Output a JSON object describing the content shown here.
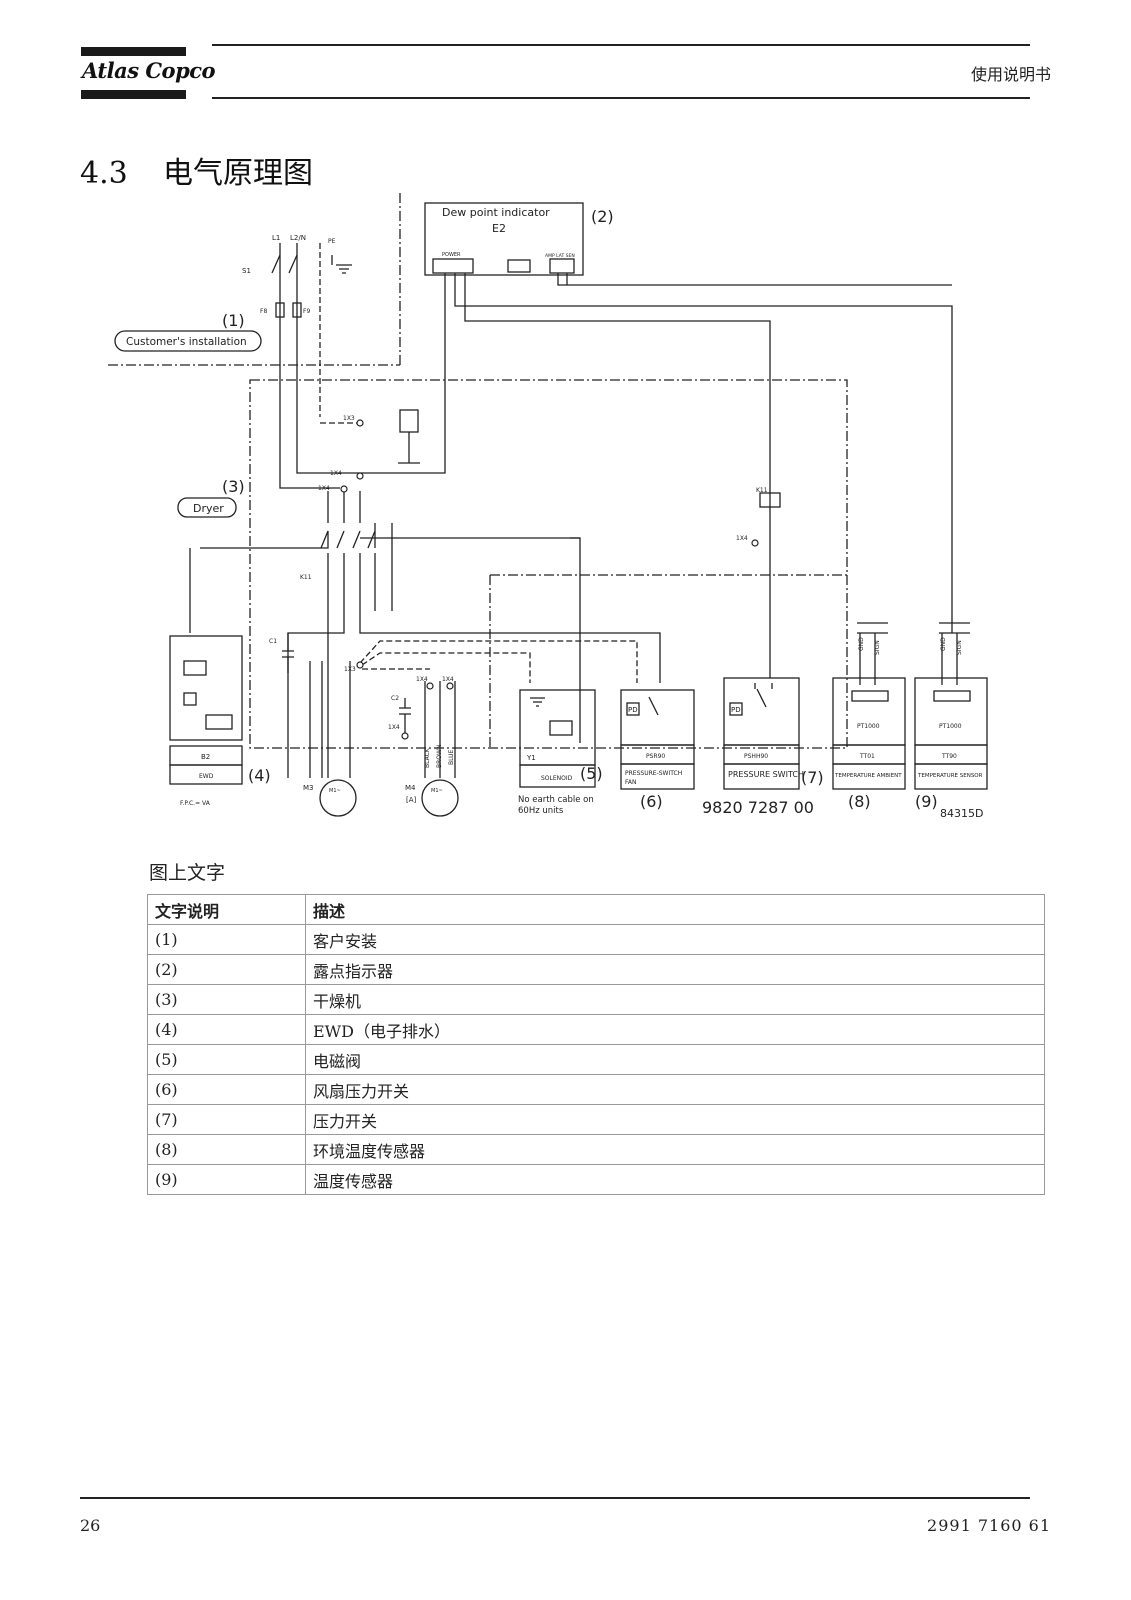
{
  "header": {
    "brand": "Atlas Copco",
    "doc_type": "使用说明书"
  },
  "section": {
    "number": "4.3",
    "title": "电气原理图"
  },
  "diagram": {
    "dew_point_indicator": "Dew point indicator",
    "e2": "E2",
    "customers_installation": "Customer's installation",
    "dryer": "Dryer",
    "label_1": "(1)",
    "label_2": "(2)",
    "label_3": "(3)",
    "label_4": "(4)",
    "label_5": "(5)",
    "label_6": "(6)",
    "label_7": "(7)",
    "label_8": "(8)",
    "label_9": "(9)",
    "l1": "L1",
    "l2n": "L2/N",
    "pe": "PE",
    "s1": "S1",
    "f8": "F8",
    "f9": "F9",
    "x3": "1X3",
    "x4": "1X4",
    "k11": "K11",
    "c1": "C1",
    "c2": "C2",
    "m3": "M3",
    "m4": "M4",
    "m1": "M1~",
    "a": "[A]",
    "black": "BLACK",
    "brown": "BROWN",
    "blue": "BLUE",
    "b2": "B2",
    "ewd": "EWD",
    "fpc": "F.P.C.= VA",
    "y1": "Y1",
    "solenoid": "SOLENOID",
    "no_earth": "No earth cable on",
    "hz_units": "60Hz units",
    "psr90": "PSR90",
    "pressure_switch_fan": "PRESSURE-SWITCH",
    "fan": "FAN",
    "pshh90": "PSHH90",
    "pressure_switch": "PRESSURE SWITCH",
    "tt01": "TT01",
    "temperature_ambient": "TEMPERATURE AMBIENT",
    "tt90": "TT90",
    "temperature_sensor": "TEMPERATURE SENSOR",
    "pt1000": "PT1000",
    "part_number": "9820 7287 00",
    "drawing_id": "84315D",
    "pd": "PD",
    "gnd": "GND",
    "sign": "SIGN",
    "power": "POWER",
    "amp_lat_sen": "AMP LAT SEN"
  },
  "caption": "图上文字",
  "legend": {
    "col_ref": "文字说明",
    "col_desc": "描述",
    "rows": [
      {
        "ref": "(1)",
        "desc": "客户安装"
      },
      {
        "ref": "(2)",
        "desc": "露点指示器"
      },
      {
        "ref": "(3)",
        "desc": "干燥机"
      },
      {
        "ref": "(4)",
        "desc": "EWD（电子排水）"
      },
      {
        "ref": "(5)",
        "desc": "电磁阀"
      },
      {
        "ref": "(6)",
        "desc": "风扇压力开关"
      },
      {
        "ref": "(7)",
        "desc": "压力开关"
      },
      {
        "ref": "(8)",
        "desc": "环境温度传感器"
      },
      {
        "ref": "(9)",
        "desc": "温度传感器"
      }
    ]
  },
  "footer": {
    "page_number": "26",
    "document_number": "2991 7160 61"
  }
}
